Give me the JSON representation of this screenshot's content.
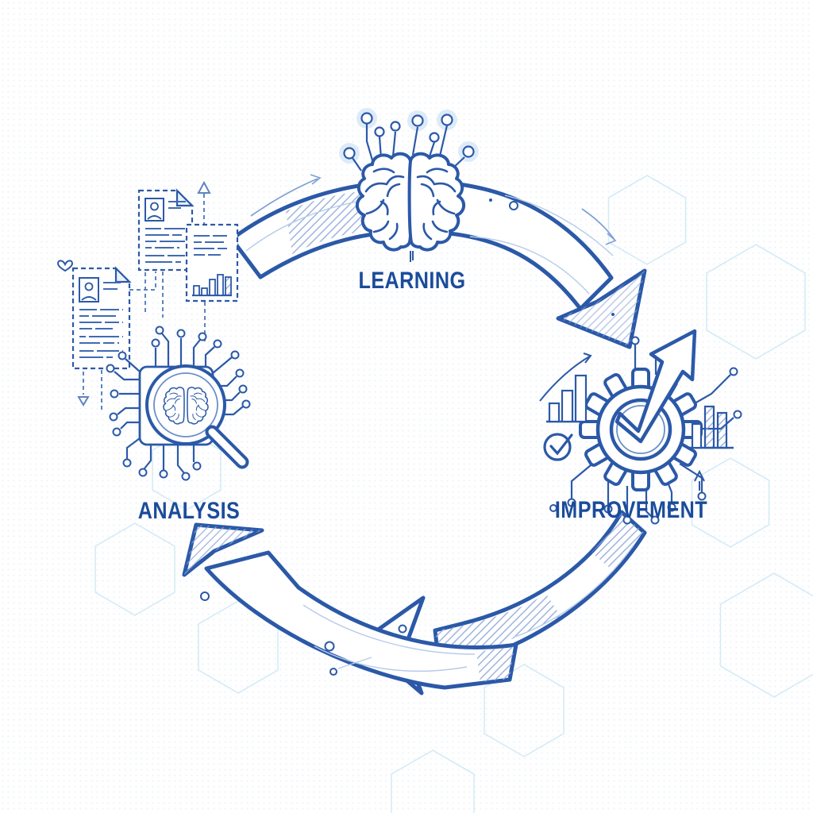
{
  "diagram": {
    "type": "cycle",
    "nodes": [
      {
        "label": "LEARNING",
        "icon": "brain-circuit-icon",
        "position": "top"
      },
      {
        "label": "IMPROVEMENT",
        "icon": "gear-check-growth-icon",
        "position": "right"
      },
      {
        "label": "ANALYSIS",
        "icon": "chip-magnifier-brain-icon",
        "position": "left"
      }
    ],
    "connectors": [
      {
        "from": "ANALYSIS",
        "to": "IMPROVEMENT",
        "via": "LEARNING",
        "style": "curved-band-arrow"
      },
      {
        "from": "IMPROVEMENT",
        "to": "ANALYSIS",
        "style": "curved-band-arrow"
      },
      {
        "from": "IMPROVEMENT",
        "to": "ANALYSIS",
        "style": "curved-band-arrow-upleft"
      }
    ],
    "decorations": [
      "resume-document-icon",
      "resume-document-2-icon",
      "chart-document-icon",
      "heart-icon",
      "up-triangle-arrow-icon",
      "down-triangle-arrow-icon",
      "hexagon-outlines",
      "circuit-dots",
      "sketch-arrow-icons",
      "growth-chart-icon",
      "check-circle-icon",
      "bar-chart-icon"
    ],
    "colors": {
      "primary": "#2b59a8",
      "label": "#1b4c9b",
      "hatch": "#8fa8d8",
      "accent_light": "#b6cce9",
      "halo": "#ddebf8",
      "hexagon": "#d6ebf6",
      "background": "#ffffff"
    }
  }
}
